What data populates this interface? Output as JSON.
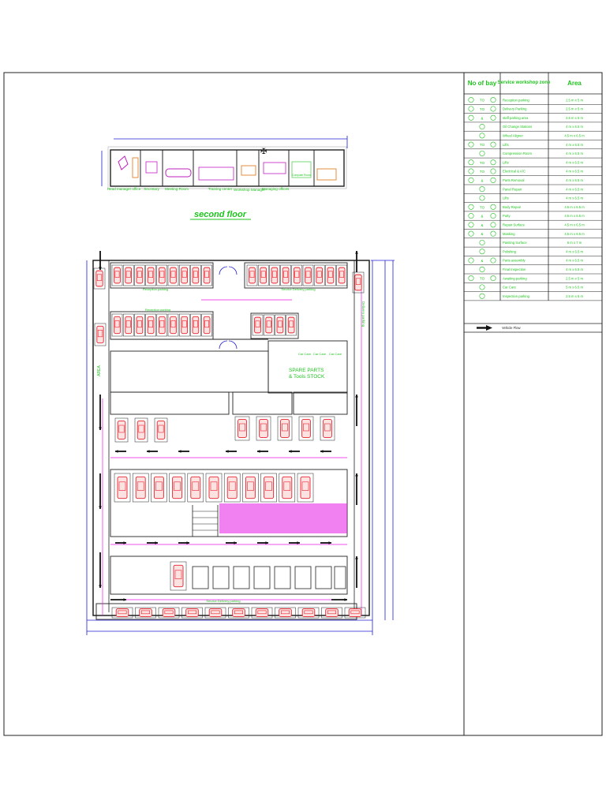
{
  "title": "second floor",
  "second_floor_rooms": [
    "Head manager office",
    "Secretary",
    "Meeting Room",
    "Training center",
    "Workshop Manager",
    "Managing offices",
    "Computer Room"
  ],
  "ground_floor_labels": {
    "reception_parking_top": "Reception parking",
    "reception_parking": "Reception parking",
    "service_delivery_parking": "Service Delivery parking",
    "service_delivery_parking_bottom": "Service Delivery parking",
    "spare_parts_line1": "SPARE PARTS",
    "spare_parts_line2": "& Tools STOCK",
    "car_care": [
      "Car Care",
      "Car Care",
      "Car Care"
    ],
    "area_left": "AREA",
    "delivery_side": "Delivery parking"
  },
  "table": {
    "headers": [
      "No of bay",
      "Service workshop zone",
      "Area"
    ],
    "rows": [
      {
        "bays": "TO",
        "zone": "Reception parking",
        "area": "2.5 m x 5 m"
      },
      {
        "bays": "TO",
        "zone": "Delivery Parking",
        "area": "2.5 m x 5 m"
      },
      {
        "bays": "&",
        "zone": "staff parking area",
        "area": "2.5 m x 5 m"
      },
      {
        "bays": "",
        "zone": "Oil Change Stations",
        "area": "4 m x 6.5 m"
      },
      {
        "bays": "",
        "zone": "Wheel Aligner",
        "area": "4.5 m x 6.5 m"
      },
      {
        "bays": "TO",
        "zone": "Lifts",
        "area": "4 m x 6.5 m"
      },
      {
        "bays": "",
        "zone": "Compression Room",
        "area": "4 m x 6.5 m"
      },
      {
        "bays": "TO",
        "zone": "Lifts",
        "area": "4 m x 6.5 m"
      },
      {
        "bays": "TO",
        "zone": "Electrical & A/C",
        "area": "4 m x 6.5 m"
      },
      {
        "bays": "&",
        "zone": "Parts Removal",
        "area": "4 m x 6.5 m"
      },
      {
        "bays": "",
        "zone": "Panel Repair",
        "area": "4 m x 6.5 m"
      },
      {
        "bays": "",
        "zone": "Lifts",
        "area": "4 m x 6.5 m"
      },
      {
        "bays": "TO",
        "zone": "Body Repair",
        "area": "4.5 m x 6.5 m"
      },
      {
        "bays": "&",
        "zone": "Putty",
        "area": "4.5 m x 6.5 m"
      },
      {
        "bays": "&",
        "zone": "Repair Surface",
        "area": "4.5 m x 6.5 m"
      },
      {
        "bays": "&",
        "zone": "Masking",
        "area": "4.5 m x 6.5 m"
      },
      {
        "bays": "",
        "zone": "Painting Surface",
        "area": "6 m x 7 m"
      },
      {
        "bays": "",
        "zone": "Polishing",
        "area": "4 m x 6.5 m"
      },
      {
        "bays": "&",
        "zone": "Parts assembly",
        "area": "4 m x 6.5 m"
      },
      {
        "bays": "",
        "zone": "Final Inspection",
        "area": "4 m x 6.5 m"
      },
      {
        "bays": "TO",
        "zone": "Awaiting parking",
        "area": "2.5 m x 5 m"
      },
      {
        "bays": "",
        "zone": "Car Care",
        "area": "5 m x 6.5 m"
      },
      {
        "bays": "",
        "zone": "Inspection parking",
        "area": "2.5 m x 5 m"
      }
    ]
  },
  "legend": {
    "vehicle_flow": "Vehicle Flow"
  },
  "colors": {
    "line": "#1f1fd2",
    "text": "#1ec41e",
    "car": "#e8202a",
    "magenta": "#e619e6"
  }
}
